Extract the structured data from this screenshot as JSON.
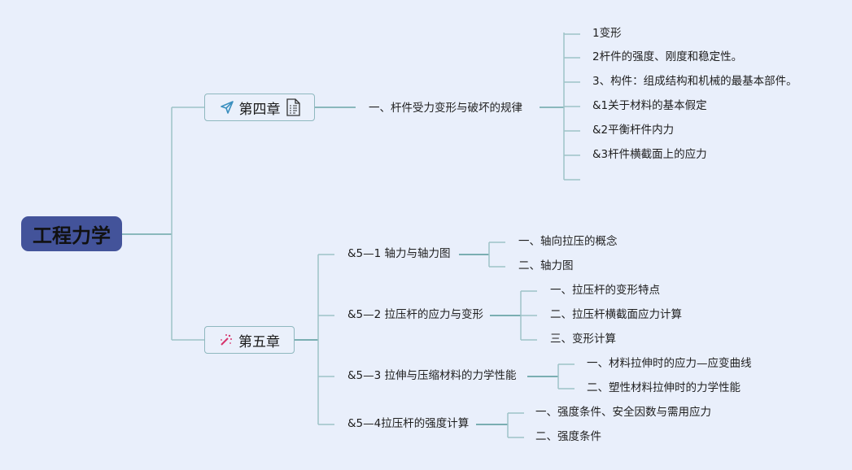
{
  "root": {
    "label": "工程力学",
    "color": "#43539a"
  },
  "line_colors": {
    "main": "#6aa5a7",
    "light": "#9ec3c8"
  },
  "chapter4": {
    "label": "第四章",
    "left_icon": "paper-plane-icon",
    "right_icon": "document-icon",
    "icon_color": "#3a8fbf",
    "topic": {
      "label": "一、杆件受力变形与破坏的规律",
      "children": [
        "1变形",
        "2杆件的强度、刚度和稳定性。",
        "3、构件：组成结构和机械的最基本部件。",
        "&1关于材料的基本假定",
        "&2平衡杆件内力",
        "&3杆件横截面上的应力",
        ""
      ]
    }
  },
  "chapter5": {
    "label": "第五章",
    "left_icon": "magic-wand-icon",
    "icon_color": "#d6336c",
    "sections": [
      {
        "label": "&5—1  轴力与轴力图",
        "children": [
          "一、轴向拉压的概念",
          "二、轴力图"
        ]
      },
      {
        "label": "&5—2 拉压杆的应力与变形",
        "children": [
          "一、拉压杆的变形特点",
          "二、拉压杆横截面应力计算",
          "三、变形计算"
        ]
      },
      {
        "label": "&5—3  拉伸与压缩材料的力学性能",
        "children": [
          "一、材料拉伸时的应力—应变曲线",
          "二、塑性材料拉伸时的力学性能"
        ]
      },
      {
        "label": "&5—4拉压杆的强度计算",
        "children": [
          "一、强度条件、安全因数与需用应力",
          "二、强度条件"
        ]
      }
    ]
  }
}
